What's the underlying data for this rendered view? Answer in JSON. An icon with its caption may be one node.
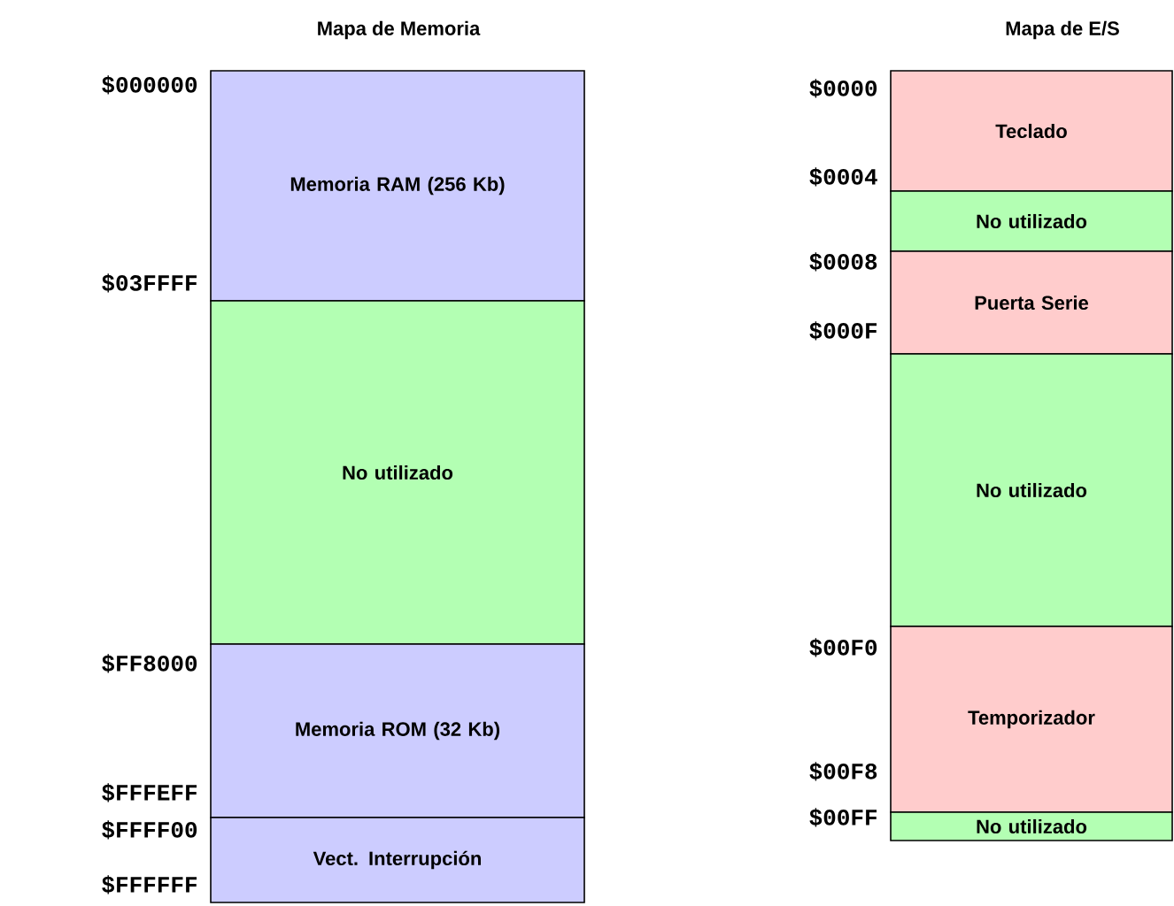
{
  "diagram": {
    "nodes": [
      {
        "text": [
          "Memoria RAM (256 Kb)"
        ]
      },
      {
        "text": [
          "No utilizado"
        ]
      },
      {
        "text": [
          "Memoria ROM (32 Kb)"
        ]
      },
      {
        "text": [
          "Vect. Interrupción"
        ]
      },
      {
        "text": [
          "Teclado"
        ]
      },
      {
        "text": [
          "No utilizado"
        ]
      },
      {
        "text": [
          "Puerta Serie"
        ]
      },
      {
        "text": [
          "No utilizado"
        ]
      },
      {
        "text": [
          "Temporizador"
        ]
      },
      {
        "text": [
          "No utilizado"
        ]
      }
    ],
    "labels": [
      "Mapa de Memoria",
      "Mapa de E/S",
      "$000000",
      "$03FFFF",
      "$FF8000",
      "$FFFEFF",
      "$FFFF00",
      "$FFFFFF",
      "$0000",
      "$0004",
      "$0008",
      "$000F",
      "$00F0",
      "$00F8",
      "$00FF"
    ]
  }
}
